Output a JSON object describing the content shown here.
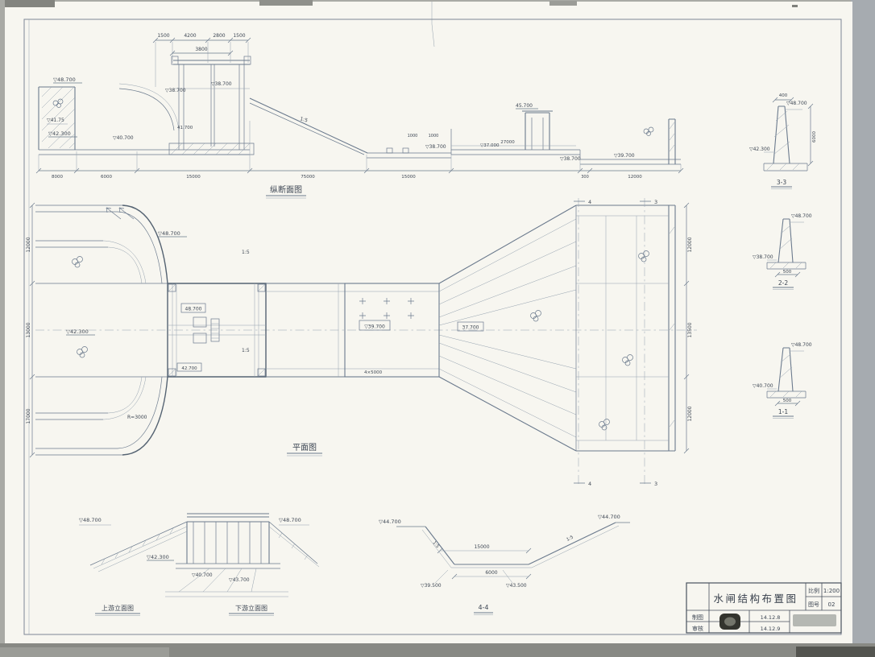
{
  "colors": {
    "paper": "#f7f6f0",
    "line": "#6b7a8d",
    "text": "#3e4754",
    "frame": "#7d8796"
  },
  "long_section": {
    "label": "纵断面图",
    "top_dims": [
      "1500",
      "4200",
      "2800",
      "1500"
    ],
    "dim_3800": "3800",
    "elevs": {
      "e48700": "▽48.700",
      "e4175": "▽41.75",
      "e42300": "▽42.300",
      "e40700": "▽40.700",
      "e38700a": "▽38.700",
      "e38700b": "▽38.700",
      "e41700": "41.700",
      "e38700c": "▽38.700",
      "e45700": "45.700",
      "e37000": "▽37.000",
      "e38700d": "▽38.700",
      "e39700": "▽39.700"
    },
    "slope": "1:5",
    "dim_1000a": "1000",
    "dim_1000b": "1000",
    "dim_27000": "27000",
    "bottom_dims": [
      "8000",
      "6000",
      "15000",
      "75000",
      "15000",
      "300",
      "12000"
    ]
  },
  "plan": {
    "label": "平面图",
    "left_dims": [
      "12000",
      "13000",
      "17000"
    ],
    "right_dims": [
      "12000",
      "13500",
      "12000"
    ],
    "e48700_wing": "▽48.700",
    "e48700_gate": "48.700",
    "e42300": "▽42.300",
    "e42700": "42.700",
    "e39700": "▽39.700",
    "e37700": "37.700",
    "slope_up": "1:5",
    "slope_down": "1:5",
    "radius": "R=3000",
    "holes": "4×5000",
    "marker4": "4",
    "marker3": "3"
  },
  "detail33": {
    "label": "3-3",
    "e48700": "▽48.700",
    "e42300": "▽42.300",
    "dim_top": "400",
    "dim_side": "6000"
  },
  "detail22": {
    "label": "2-2",
    "e48700": "▽48.700",
    "e38700": "▽38.700",
    "dim_bottom": "500"
  },
  "detail11": {
    "label": "1-1",
    "e48700": "▽48.700",
    "e40700": "▽40.700",
    "dim_bottom": "500"
  },
  "elevation_views": {
    "label_upstream": "上游立面图",
    "label_downstream": "下游立面图",
    "e48700_left": "▽48.700",
    "e48700_right": "▽48.700",
    "e42300": "▽42.300",
    "e40700": "▽40.700",
    "e43700": "▽43.700"
  },
  "section44": {
    "label": "4-4",
    "e44700_left": "▽44.700",
    "e44700_right": "▽44.700",
    "e39500": "▽39.500",
    "e43500": "▽43.500",
    "dim_width": "15000",
    "dim_bottom": "6000",
    "slope_left": "1:5",
    "slope_right": "1:5"
  },
  "title_block": {
    "title": "水闸结构布置图",
    "scale_label": "比例",
    "scale_value": "1:200",
    "sheet_no_label": "图号",
    "sheet_no_value": "02",
    "drafter_label": "制图",
    "checker_label": "审核",
    "date_drafted": "14.12.8",
    "date_checked": "14.12.9"
  }
}
